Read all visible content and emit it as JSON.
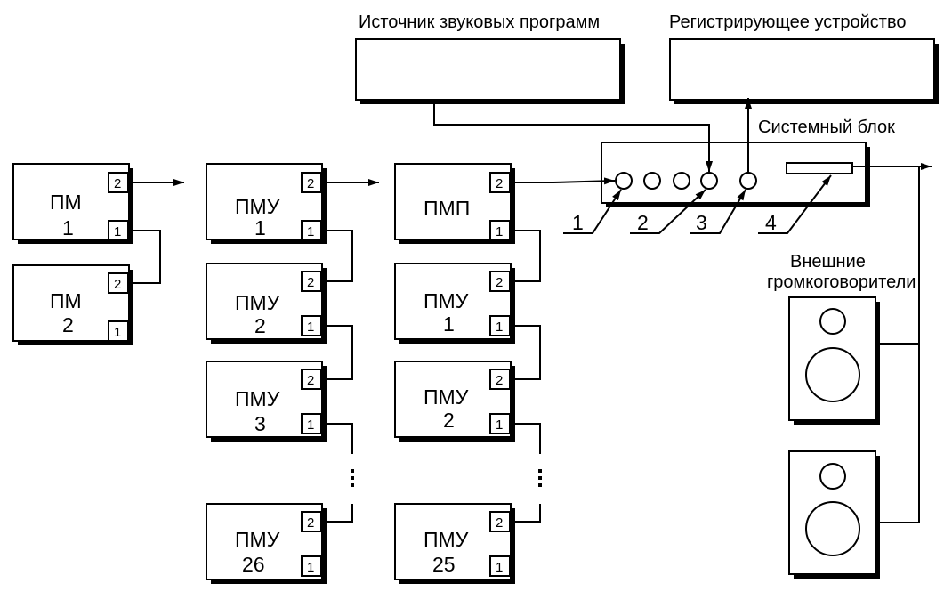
{
  "labels": {
    "source": "Источник звуковых программ",
    "recorder": "Регистрирующее устройство",
    "system_unit": "Системный блок",
    "speakers_line1": "Внешние",
    "speakers_line2": "громкоговорители"
  },
  "modules": {
    "pm1": {
      "name": "ПМ",
      "num": "1"
    },
    "pm2": {
      "name": "ПМ",
      "num": "2"
    },
    "pmu1_a": {
      "name": "ПМУ",
      "num": "1"
    },
    "pmu2_a": {
      "name": "ПМУ",
      "num": "2"
    },
    "pmu3_a": {
      "name": "ПМУ",
      "num": "3"
    },
    "pmu26_a": {
      "name": "ПМУ",
      "num": "26"
    },
    "pmp": {
      "name": "ПМП",
      "num": ""
    },
    "pmu1_b": {
      "name": "ПМУ",
      "num": "1"
    },
    "pmu2_b": {
      "name": "ПМУ",
      "num": "2"
    },
    "pmu25_b": {
      "name": "ПМУ",
      "num": "25"
    }
  },
  "ports": {
    "in": "2",
    "out": "1"
  },
  "callouts": [
    "1",
    "2",
    "3",
    "4"
  ]
}
